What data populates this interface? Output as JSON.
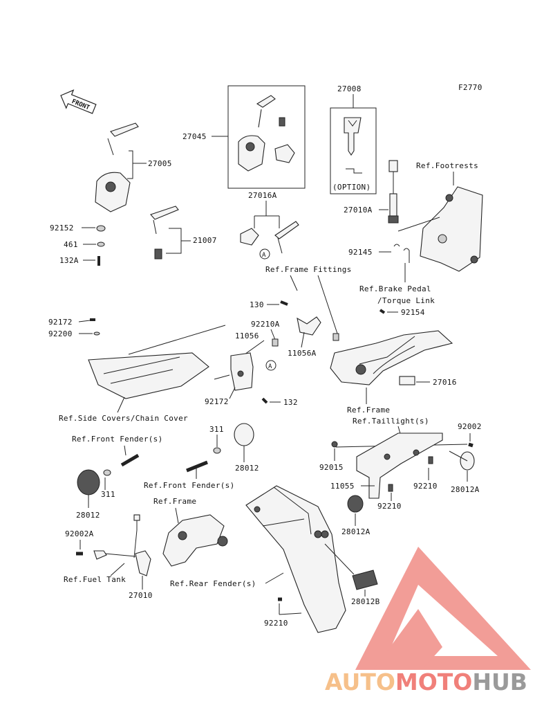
{
  "figure_code": "F2770",
  "front_label": "FRONT",
  "option_label": "(OPTION)",
  "callout_label": "A",
  "part_numbers": {
    "p27008": "27008",
    "p27045": "27045",
    "p27005": "27005",
    "p27016A": "27016A",
    "p21007": "21007",
    "p92152": "92152",
    "p461": "461",
    "p132A": "132A",
    "p27010A": "27010A",
    "p92145": "92145",
    "p130": "130",
    "p92210A": "92210A",
    "p11056": "11056",
    "p11056A": "11056A",
    "p92154": "92154",
    "p92172a": "92172",
    "p92200": "92200",
    "p92172b": "92172",
    "p132": "132",
    "p27016": "27016",
    "p311a": "311",
    "p28012a": "28012",
    "p92002": "92002",
    "p92015": "92015",
    "p11055": "11055",
    "p92210a": "92210",
    "p28012A": "28012A",
    "p92210b": "92210",
    "p311b": "311",
    "p28012b": "28012",
    "p28012A2": "28012A",
    "p92002A": "92002A",
    "p27010": "27010",
    "p28012B": "28012B",
    "p92210c": "92210"
  },
  "references": {
    "footrests": "Ref.Footrests",
    "frame_fittings": "Ref.Frame Fittings",
    "brake_pedal_1": "Ref.Brake Pedal",
    "brake_pedal_2": "/Torque Link",
    "side_covers": "Ref.Side Covers/Chain Cover",
    "frame_1": "Ref.Frame",
    "taillights": "Ref.Taillight(s)",
    "front_fender_1": "Ref.Front Fender(s)",
    "front_fender_2": "Ref.Front Fender(s)",
    "frame_2": "Ref.Frame",
    "fuel_tank": "Ref.Fuel Tank",
    "rear_fender": "Ref.Rear Fender(s)"
  },
  "watermark": {
    "part1": "AUTO",
    "part2": "MOTO",
    "part3": "HUB",
    "color1": "#f6c08a",
    "color2": "#f0807a",
    "color3": "#9a9a9a",
    "logo_color": "#f08c86"
  }
}
